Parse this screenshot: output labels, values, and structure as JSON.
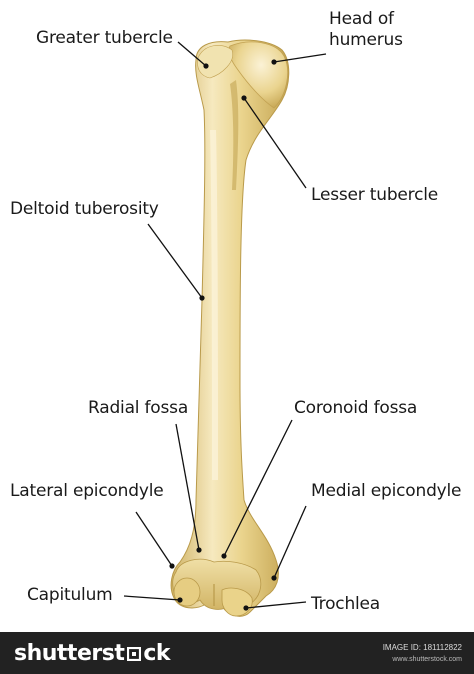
{
  "labels": {
    "head": "Head of humerus",
    "greater_tubercle": "Greater tubercle",
    "lesser_tubercle": "Lesser tubercle",
    "deltoid_tuberosity": "Deltoid tuberosity",
    "radial_fossa": "Radial fossa",
    "coronoid_fossa": "Coronoid fossa",
    "lateral_epicondyle": "Lateral epicondyle",
    "medial_epicondyle": "Medial epicondyle",
    "capitulum": "Capitulum",
    "trochlea": "Trochlea"
  },
  "footer": {
    "brand_left": "shutterst",
    "brand_right": "ck",
    "image_id": "IMAGE ID: 181112822",
    "site": "www.shutterstock.com"
  },
  "colors": {
    "bone": "#e8d596",
    "bone_shadow": "#c9ad5c",
    "bone_highlight": "#f7eccb",
    "leader": "#111111",
    "footer_bg": "#222222"
  }
}
